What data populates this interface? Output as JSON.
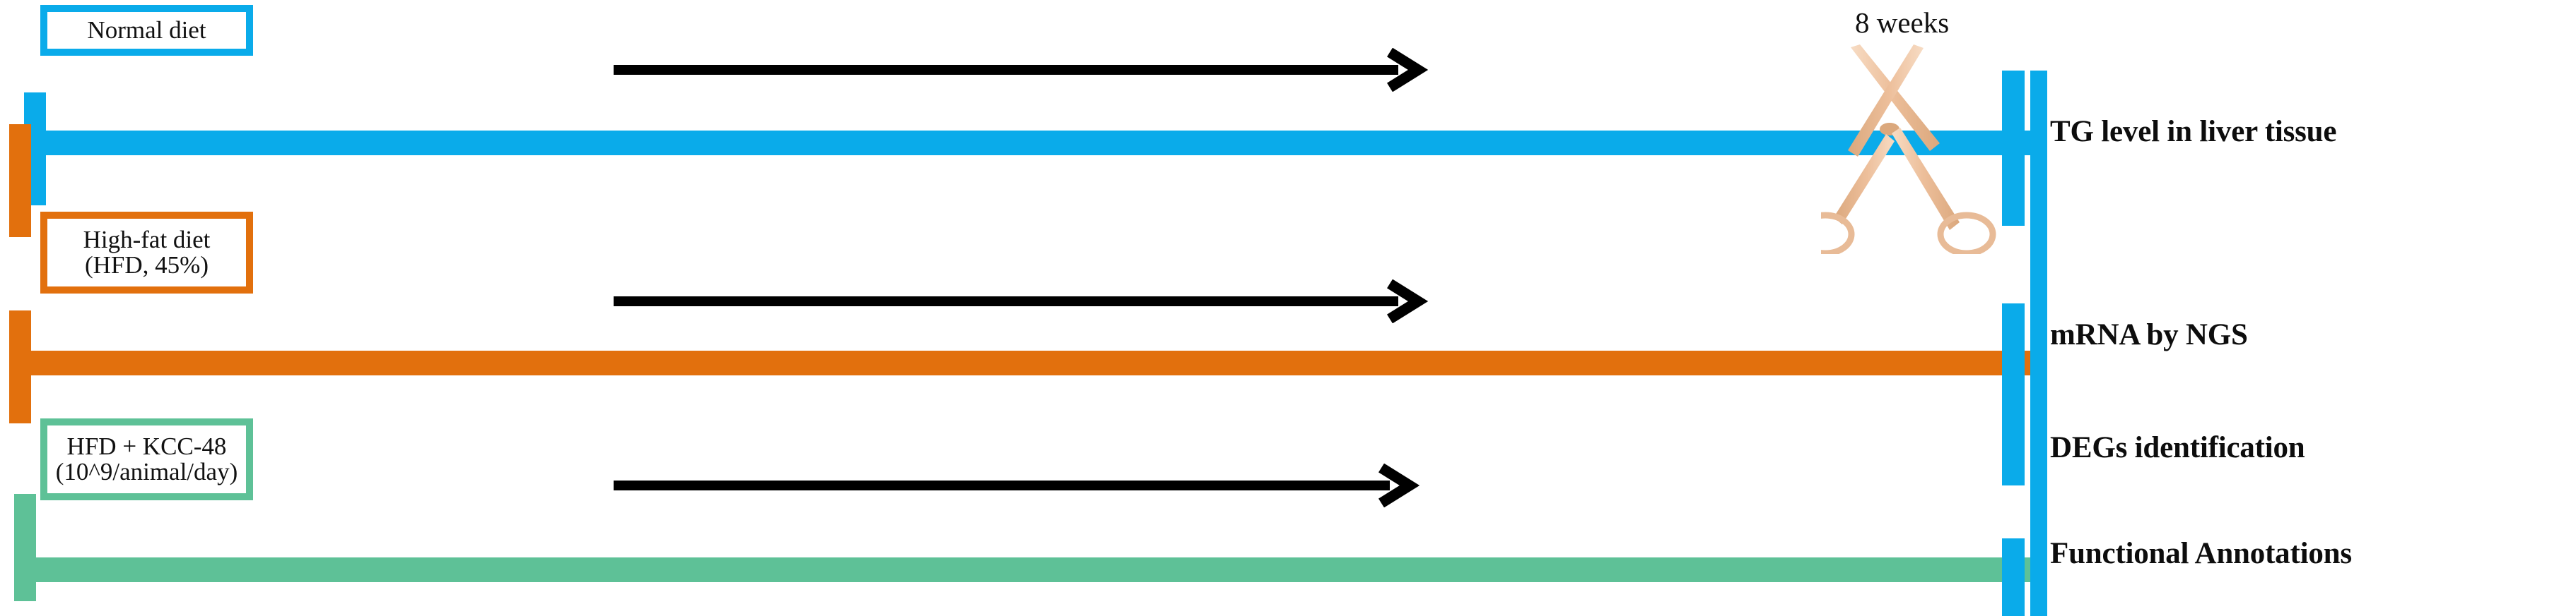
{
  "diagram": {
    "title_text": "",
    "duration_label": "8 weeks",
    "colors": {
      "blue": "#0aabea",
      "orange": "#e2700d",
      "green": "#5ec197",
      "arrow": "#000000",
      "scissors": "#edbf9b",
      "scissors_shade": "#d9a377",
      "text": "#111111"
    },
    "groups": [
      {
        "id": "normal-diet",
        "color_name": "blue",
        "color": "#0aabea",
        "box_lines": [
          "Normal diet"
        ],
        "arrow_icon": "right-arrow-icon"
      },
      {
        "id": "high-fat-diet",
        "color_name": "orange",
        "color": "#e2700d",
        "box_lines": [
          "High-fat diet",
          "(HFD, 45%)"
        ],
        "arrow_icon": "right-arrow-icon"
      },
      {
        "id": "hfd-kcc48",
        "color_name": "green",
        "color": "#5ec197",
        "box_lines": [
          "HFD + KCC-48",
          "(10^9/animal/day)"
        ],
        "arrow_icon": "right-arrow-icon"
      }
    ],
    "outcomes": [
      {
        "id": "tg-level",
        "label": "TG level in liver tissue"
      },
      {
        "id": "mrna-ngs",
        "label": "mRNA by NGS"
      },
      {
        "id": "degs",
        "label": "DEGs identification"
      },
      {
        "id": "functional-annotations",
        "label": "Functional Annotations"
      }
    ],
    "icons": {
      "scissors": "scissors-icon"
    }
  }
}
